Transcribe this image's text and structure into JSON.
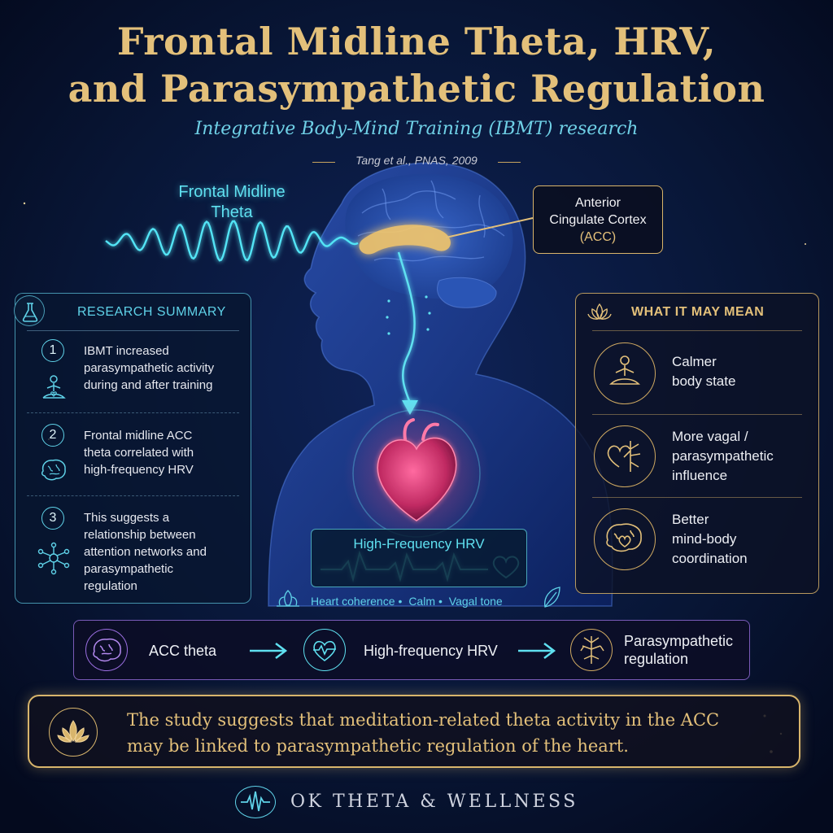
{
  "title": {
    "line1": "Frontal Midline Theta, HRV,",
    "line2": "and Parasympathetic Regulation"
  },
  "subtitle": "Integrative Body-Mind Training (IBMT) research",
  "citation": "Tang et al., PNAS, 2009",
  "diagram": {
    "wave_label_line1": "Frontal Midline",
    "wave_label_line2": "Theta",
    "acc_label_line1": "Anterior",
    "acc_label_line2": "Cingulate Cortex",
    "acc_label_line3": "(ACC)",
    "hrv_label": "High-Frequency HRV",
    "tags": [
      "Heart coherence",
      "Calm",
      "Vagal tone"
    ]
  },
  "research_summary": {
    "heading": "RESEARCH SUMMARY",
    "items": [
      {
        "number": "1",
        "lines": [
          "IBMT increased",
          "parasympathetic activity",
          "during and after training"
        ],
        "icon": "meditation-icon"
      },
      {
        "number": "2",
        "lines": [
          "Frontal midline ACC",
          "theta correlated with",
          "high-frequency HRV"
        ],
        "icon": "brain-icon"
      },
      {
        "number": "3",
        "lines": [
          "This suggests a",
          "relationship between",
          "attention networks and",
          "parasympathetic",
          "regulation"
        ],
        "icon": "network-icon"
      }
    ]
  },
  "what_it_may_mean": {
    "heading": "WHAT IT MAY MEAN",
    "items": [
      {
        "lines": [
          "Calmer",
          "body state"
        ],
        "icon": "meditation-icon"
      },
      {
        "lines": [
          "More vagal /",
          "parasympathetic",
          "influence"
        ],
        "icon": "heart-nerve-icon"
      },
      {
        "lines": [
          "Better",
          "mind-body",
          "coordination"
        ],
        "icon": "brain-heart-icon"
      }
    ]
  },
  "flow": {
    "steps": [
      {
        "lines": [
          "ACC theta"
        ],
        "icon": "brain-icon"
      },
      {
        "lines": [
          "High-frequency HRV"
        ],
        "icon": "heart-pulse-icon"
      },
      {
        "lines": [
          "Parasympathetic",
          "regulation"
        ],
        "icon": "nerve-icon"
      }
    ]
  },
  "conclusion": {
    "line1": "The study suggests that meditation-related theta activity in the ACC",
    "line2": "may be linked to parasympathetic regulation of the heart."
  },
  "brand": "OK THETA & WELLNESS",
  "colors": {
    "background": "#06102a",
    "gold": "#e3c07a",
    "cyan": "#5fe0f0",
    "violet": "#9a6ee0",
    "heart": "#e0407a"
  }
}
